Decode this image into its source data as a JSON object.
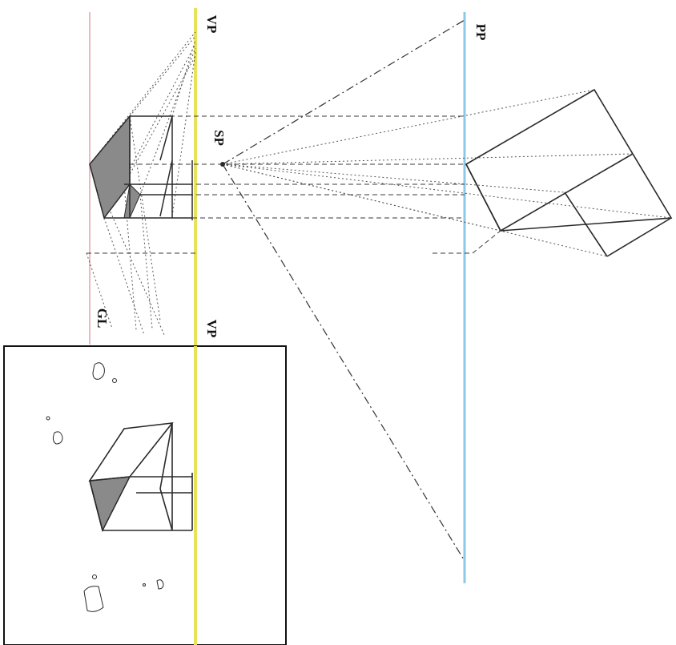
{
  "labels": {
    "vp_top": "VP",
    "vp_bottom": "VP",
    "pp": "PP",
    "sp": "SP",
    "gl": "GL"
  },
  "colors": {
    "ground_line": "#e8a0a8",
    "horizon_line": "#e6e25a",
    "picture_plane": "#8cc8e8",
    "shade": "#8a8a8a",
    "ink": "#2a2a2a"
  }
}
